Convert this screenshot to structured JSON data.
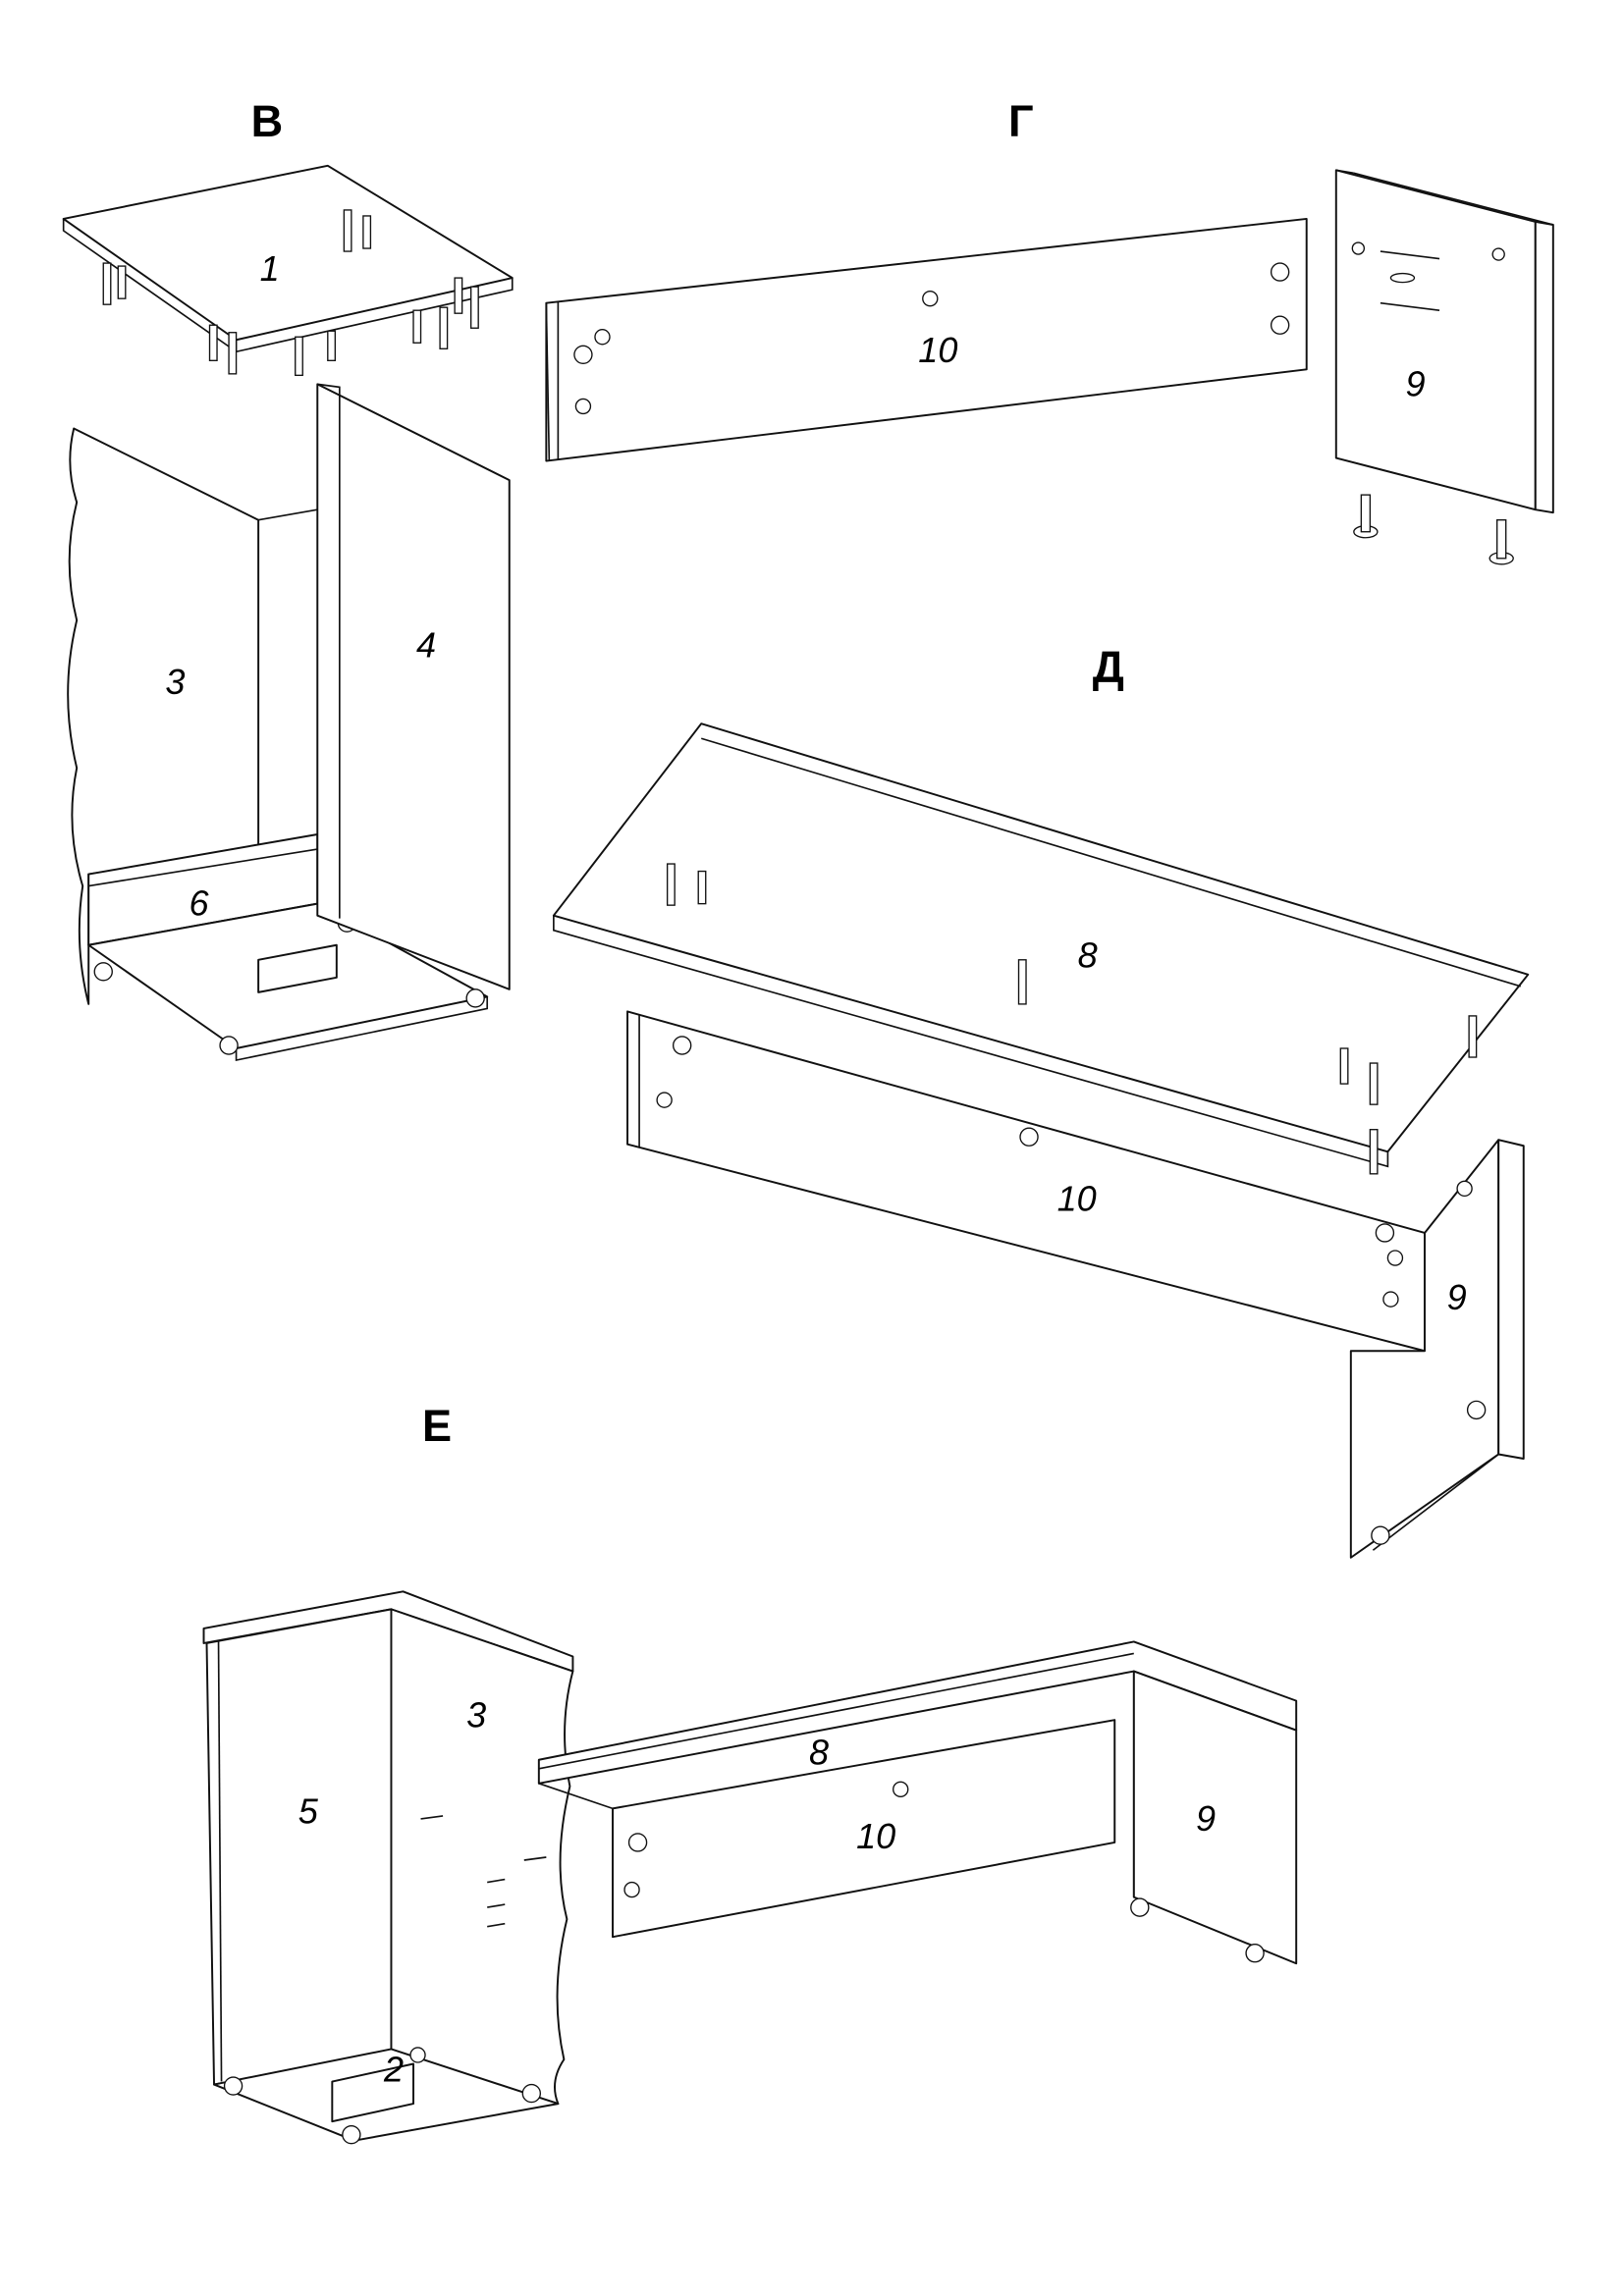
{
  "sections": {
    "v": {
      "letter": "В",
      "parts": {
        "p1": "1",
        "p3": "3",
        "p4": "4",
        "p6": "6"
      }
    },
    "g": {
      "letter": "Г",
      "parts": {
        "p10": "10",
        "p9": "9"
      }
    },
    "d": {
      "letter": "Д",
      "parts": {
        "p8": "8",
        "p10": "10",
        "p9": "9"
      }
    },
    "e": {
      "letter": "Е",
      "parts": {
        "p5": "5",
        "p3": "3",
        "p8": "8",
        "p10": "10",
        "p9": "9",
        "p2": "2"
      }
    }
  }
}
